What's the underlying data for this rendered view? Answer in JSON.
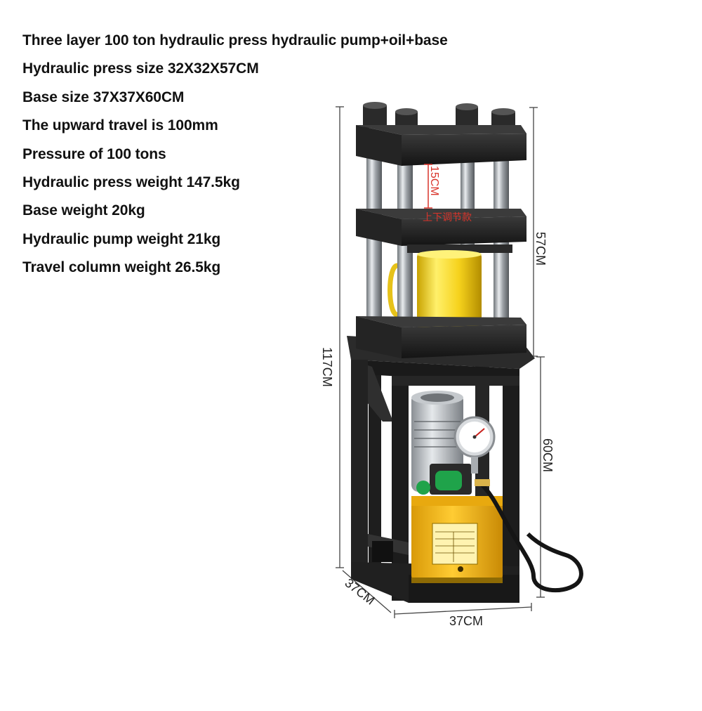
{
  "specs": [
    "Three layer 100 ton hydraulic press hydraulic pump+oil+base",
    "Hydraulic press size 32X32X57CM",
    "Base size 37X37X60CM",
    "The upward travel is 100mm",
    "Pressure of 100 tons",
    "Hydraulic press weight 147.5kg",
    "Base weight 20kg",
    "Hydraulic pump weight 21kg",
    "Travel column weight 26.5kg"
  ],
  "dimensions": {
    "press_height": "57CM",
    "total_height": "117CM",
    "base_height": "60CM",
    "depth": "37CM",
    "width": "37CM",
    "adjust_travel": "15CM",
    "adjust_note": "上下调节款"
  },
  "colors": {
    "frame": "#1d1d1d",
    "cylinder": "#f6d21c",
    "pump_tank": "#f0b41a",
    "pillar": "#b8bcc0",
    "annotation": "#d9342b"
  }
}
